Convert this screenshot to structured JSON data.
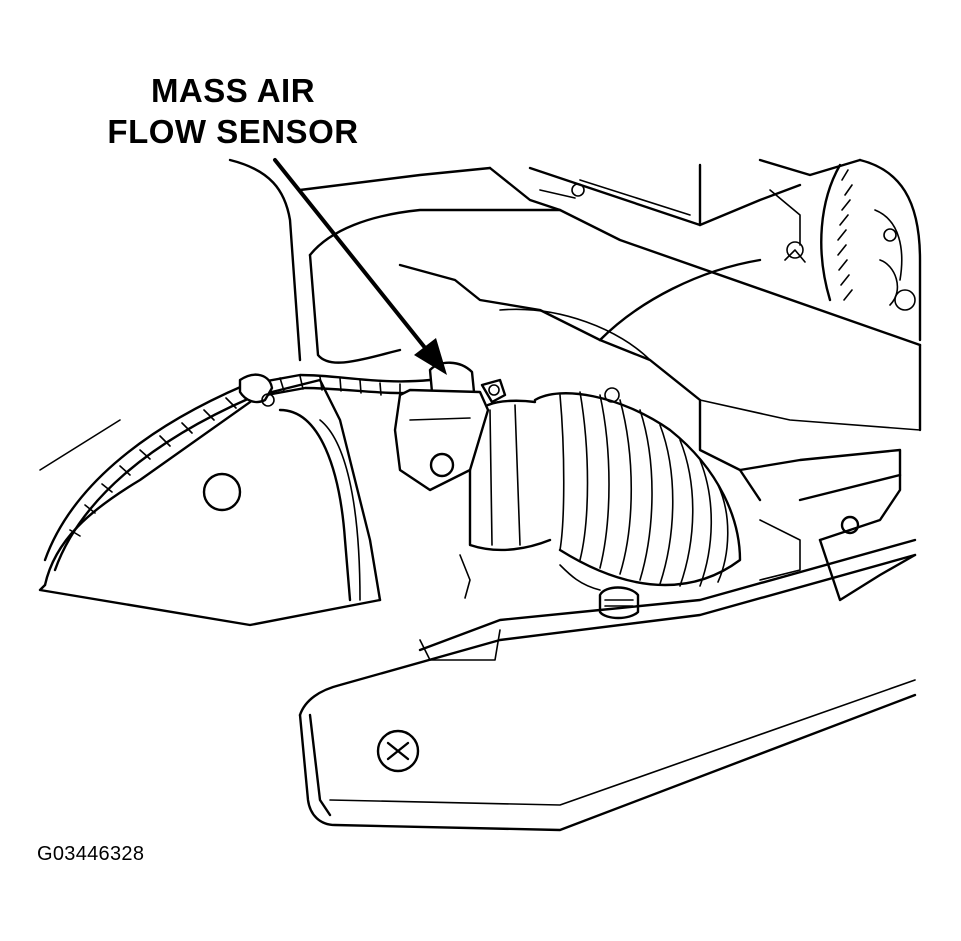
{
  "callout": {
    "line1": "MASS AIR",
    "line2": "FLOW SENSOR"
  },
  "figure_id": "G03446328",
  "colors": {
    "ink": "#000000",
    "paper": "#ffffff"
  }
}
